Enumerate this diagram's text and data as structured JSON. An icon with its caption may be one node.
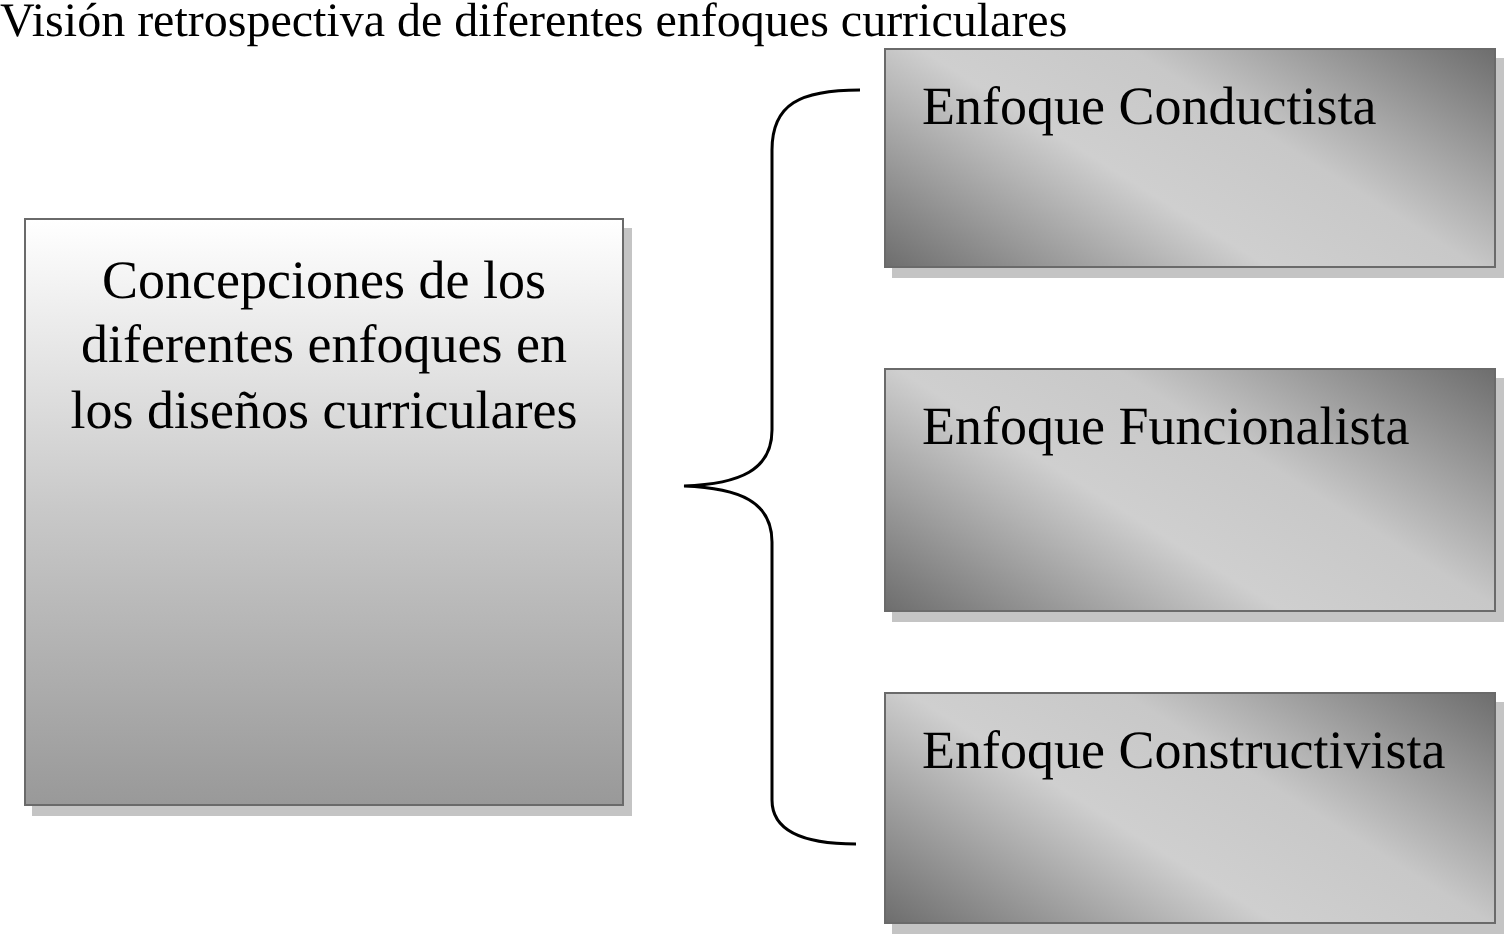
{
  "diagram": {
    "title": "Visión retrospectiva de diferentes enfoques curriculares",
    "nodes": [
      {
        "text": [
          "Concepciones de los diferentes enfoques en los diseños curriculares"
        ]
      },
      {
        "text": [
          "Enfoque Conductista"
        ]
      },
      {
        "text": [
          "Enfoque Funcionalista"
        ]
      },
      {
        "text": [
          "Enfoque Constructivista"
        ]
      }
    ]
  }
}
